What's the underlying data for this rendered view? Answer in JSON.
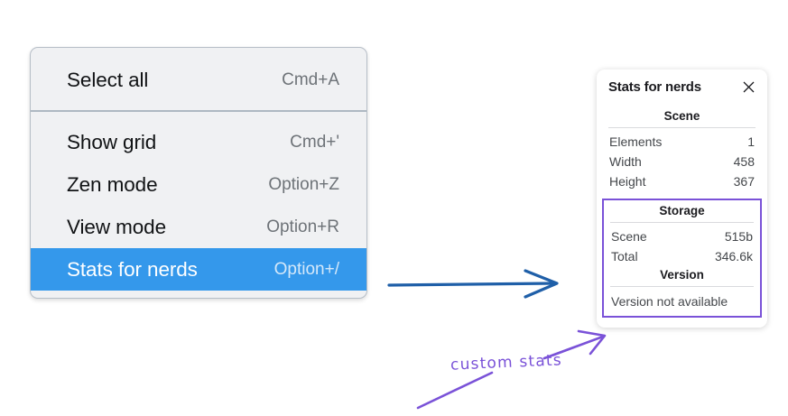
{
  "context_menu": {
    "groups": [
      {
        "name": "group-1",
        "items": [
          {
            "label": "Select all",
            "shortcut": "Cmd+A",
            "selected": false
          }
        ]
      },
      {
        "name": "group-2",
        "items": [
          {
            "label": "Show grid",
            "shortcut": "Cmd+'",
            "selected": false
          },
          {
            "label": "Zen mode",
            "shortcut": "Option+Z",
            "selected": false
          },
          {
            "label": "View mode",
            "shortcut": "Option+R",
            "selected": false
          },
          {
            "label": "Stats for nerds",
            "shortcut": "Option+/",
            "selected": true
          }
        ]
      }
    ]
  },
  "stats_panel": {
    "title": "Stats for nerds",
    "close_icon": "close-icon",
    "scene": {
      "heading": "Scene",
      "rows": [
        {
          "key": "Elements",
          "value": "1"
        },
        {
          "key": "Width",
          "value": "458"
        },
        {
          "key": "Height",
          "value": "367"
        }
      ]
    },
    "storage": {
      "heading": "Storage",
      "rows": [
        {
          "key": "Scene",
          "value": "515b"
        },
        {
          "key": "Total",
          "value": "346.6k"
        }
      ]
    },
    "version": {
      "heading": "Version",
      "text": "Version not available"
    }
  },
  "annotations": {
    "callout_text": "custom stats",
    "blue_arrow_name": "blue-pointer-arrow",
    "purple_arrow_name": "purple-callout-arrow"
  },
  "colors": {
    "menu_background": "#f0f1f3",
    "menu_border": "#b6bec7",
    "menu_separator": "#aeb8c2",
    "selection_blue": "#3498eb",
    "selection_text": "#ffffff",
    "shortcut_gray": "#6e7378",
    "panel_background": "#ffffff",
    "highlight_purple": "#7a52d8",
    "arrow_blue": "#1f5fa8",
    "page_background": "#ffffff"
  }
}
